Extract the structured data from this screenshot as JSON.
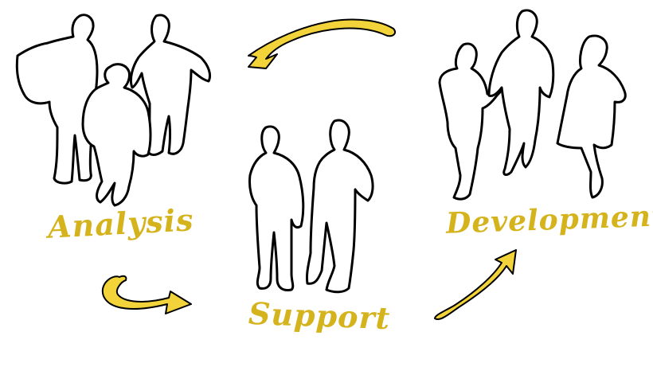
{
  "stages": {
    "analysis": "Analysis",
    "support": "Support",
    "development": "Development"
  },
  "colors": {
    "accent": "#f2d33a",
    "label": "#d4b31c",
    "outline": "#000000",
    "background": "#ffffff"
  }
}
